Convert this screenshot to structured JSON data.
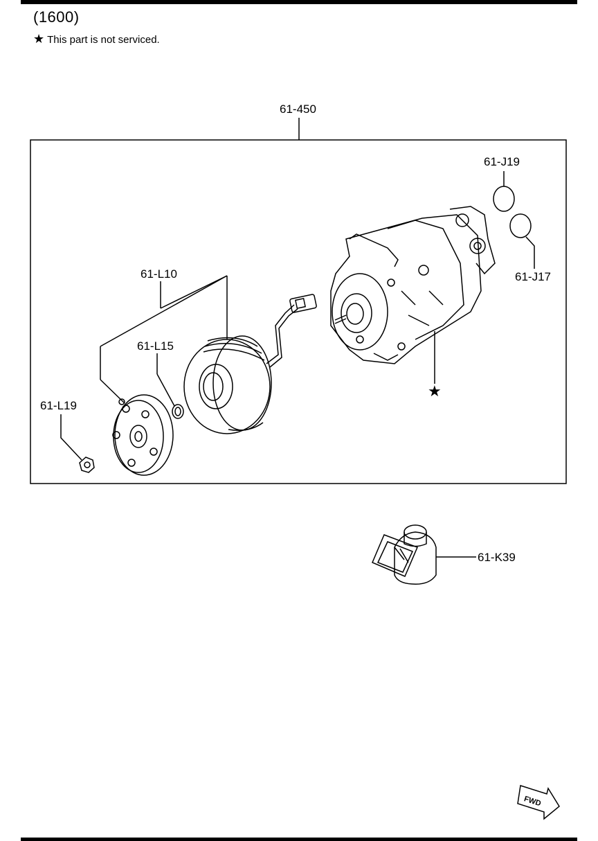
{
  "header": {
    "title": "(1600)",
    "note_icon": "★",
    "note_text": "This part is not serviced."
  },
  "callouts": {
    "compressor_assembly": "61-450",
    "j19": "61-J19",
    "j17": "61-J17",
    "l10": "61-L10",
    "l15": "61-L15",
    "l19": "61-L19",
    "k39": "61-K39",
    "star_mark": "★"
  },
  "fwd_badge": "FWD"
}
